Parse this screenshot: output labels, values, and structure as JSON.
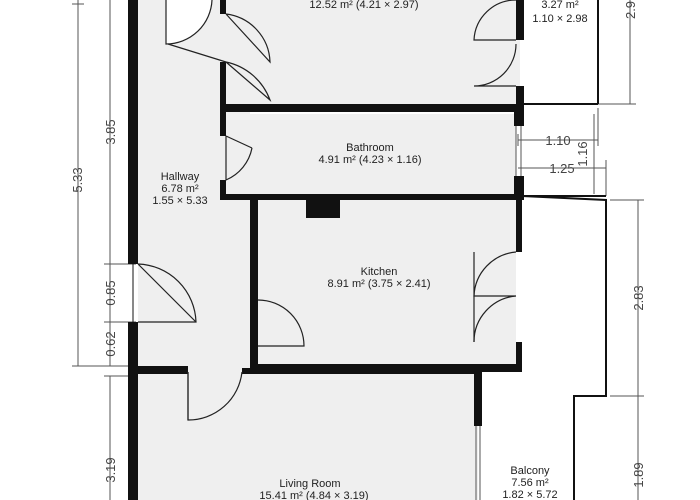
{
  "rooms": {
    "top_room": {
      "dims": "12.52 m² (4.21 × 2.97)"
    },
    "small_room": {
      "area": "3.27 m²",
      "dims": "1.10 × 2.98"
    },
    "bathroom": {
      "name": "Bathroom",
      "dims": "4.91 m² (4.23 × 1.16)"
    },
    "hallway": {
      "name": "Hallway",
      "area": "6.78 m²",
      "dims": "1.55 × 5.33"
    },
    "kitchen": {
      "name": "Kitchen",
      "dims": "8.91 m² (3.75 × 2.41)"
    },
    "living_room": {
      "name": "Living Room",
      "dims": "15.41 m² (4.84 × 3.19)"
    },
    "balcony": {
      "name": "Balcony",
      "area": "7.56 m²",
      "dims": "1.82 × 5.72"
    }
  },
  "dimensions": {
    "left_total": "5.33",
    "left_385": "3.85",
    "left_085": "0.85",
    "left_062": "0.62",
    "left_319": "3.19",
    "right_29": "2.9",
    "right_110": "1.10",
    "right_116": "1.16",
    "right_125": "1.25",
    "right_283": "2.83",
    "right_189": "1.89"
  }
}
